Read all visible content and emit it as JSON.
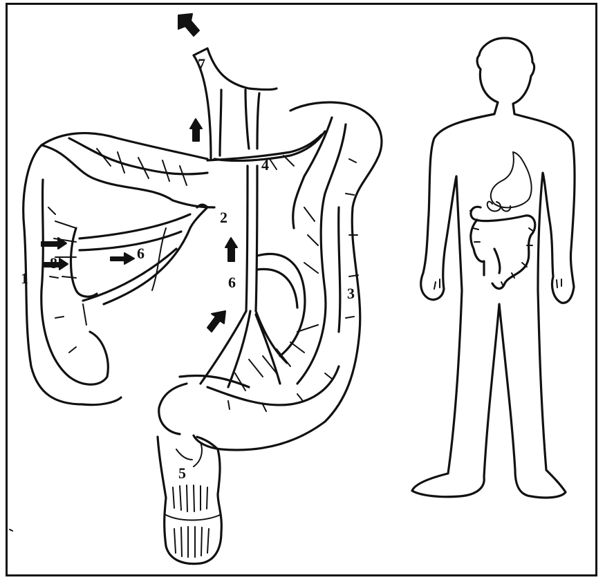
{
  "labels": {
    "n1": "1",
    "n2": "2",
    "n3": "3",
    "n4": "4",
    "n5": "5",
    "n6a": "6",
    "n6b": "6",
    "n7": "7",
    "n8": "8"
  },
  "colors": {
    "ink": "#111111",
    "paper": "#ffffff"
  }
}
